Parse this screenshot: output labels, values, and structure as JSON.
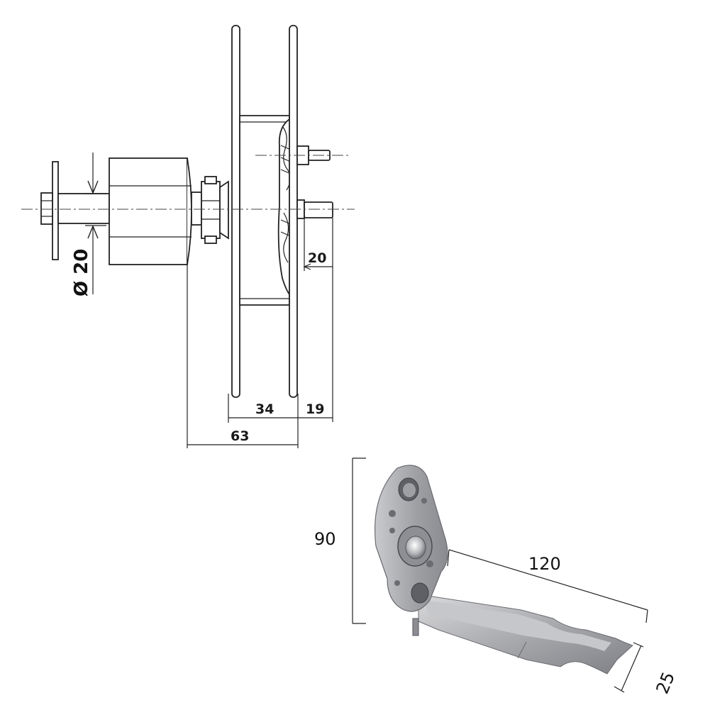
{
  "technical_drawing": {
    "diameter_label": "Ø 20",
    "dim_20": "20",
    "dim_34": "34",
    "dim_19": "19",
    "dim_63": "63"
  },
  "bracket": {
    "dim_90": "90",
    "dim_120": "120",
    "dim_25": "25"
  }
}
